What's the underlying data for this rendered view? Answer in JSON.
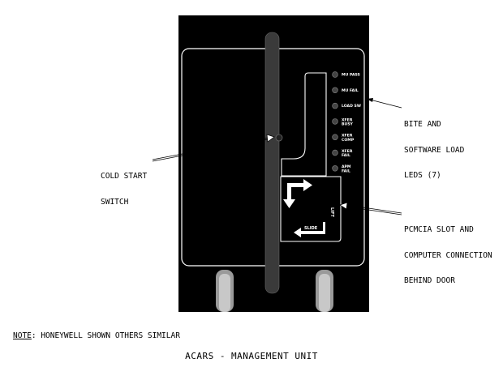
{
  "callouts": {
    "bite_leds": [
      "BITE AND",
      "SOFTWARE LOAD",
      "LEDS (7)"
    ],
    "cold_start": [
      "COLD START",
      "SWITCH"
    ],
    "pcmcia": [
      "PCMCIA SLOT AND",
      "COMPUTER CONNECTION",
      "BEHIND DOOR"
    ]
  },
  "leds": [
    {
      "l1": "MU PASS",
      "l2": ""
    },
    {
      "l1": "MU FAIL",
      "l2": ""
    },
    {
      "l1": "LOAD SW",
      "l2": ""
    },
    {
      "l1": "XFER",
      "l2": "BUSY"
    },
    {
      "l1": "XFER",
      "l2": "COMP"
    },
    {
      "l1": "XFER",
      "l2": "FAIL"
    },
    {
      "l1": "APM",
      "l2": "FAIL"
    }
  ],
  "door": {
    "lift_label": "LIFT",
    "slide_label": "SLIDE"
  },
  "note": {
    "key": "NOTE",
    "text": ": HONEYWELL SHOWN OTHERS SIMILAR"
  },
  "caption": "ACARS - MANAGEMENT UNIT",
  "colors": {
    "unit_body": "#000000",
    "outline": "#ffffff",
    "handle": "#3a3a3a",
    "connector": "#9a9a9a",
    "led": "#444444"
  }
}
